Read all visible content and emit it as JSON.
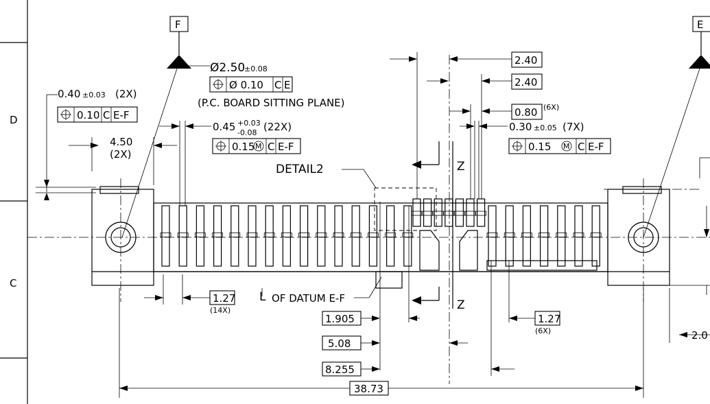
{
  "zones": {
    "d": "D",
    "c": "C"
  },
  "datums": {
    "f": "F",
    "e": "E"
  },
  "callouts": {
    "hole_dia": "Ø2.50",
    "hole_tol": "±0.08",
    "hole_fcf_tol": "Ø 0.10",
    "hole_fcf_ref1": "C",
    "hole_fcf_ref2": "E",
    "board_plane": "(P.C. BOARD SITTING PLANE)",
    "peg_size": "0.40",
    "peg_tol": "±0.03",
    "peg_count": "(2X)",
    "peg_fcf_tol": "0.10",
    "peg_fcf_ref1": "C",
    "peg_fcf_ref2": "E-F",
    "pin_width": "0.45",
    "pin_tol_upper": "+0.03",
    "pin_tol_lower": "-0.08",
    "pin_count": "(22X)",
    "pin_fcf_tol": "0.15",
    "pin_fcf_mod": "M",
    "pin_fcf_ref1": "C",
    "pin_fcf_ref2": "E-F",
    "ear_offset": "4.50",
    "ear_count": "(2X)",
    "detail": "DETAIL2",
    "dim_240a": "2.40",
    "dim_240b": "2.40",
    "dim_080": "0.80",
    "dim_080_count": "(6X)",
    "dim_030": "0.30",
    "dim_030_tol": "±0.05",
    "dim_030_count": "(7X)",
    "r_fcf_tol": "0.15",
    "r_fcf_mod": "M",
    "r_fcf_ref1": "C",
    "r_fcf_ref2": "E-F",
    "section_z": "Z",
    "pitch_left": "1.27",
    "pitch_left_count": "(14X)",
    "datum_cl": "OF DATUM E-F",
    "cl_symbol": "L",
    "dim_1905": "1.905",
    "dim_508": "5.08",
    "dim_8255": "8.255",
    "dim_3873": "38.73",
    "pitch_right": "1.27",
    "pitch_right_count": "(6X)",
    "dim_edge_right": "2.0"
  }
}
